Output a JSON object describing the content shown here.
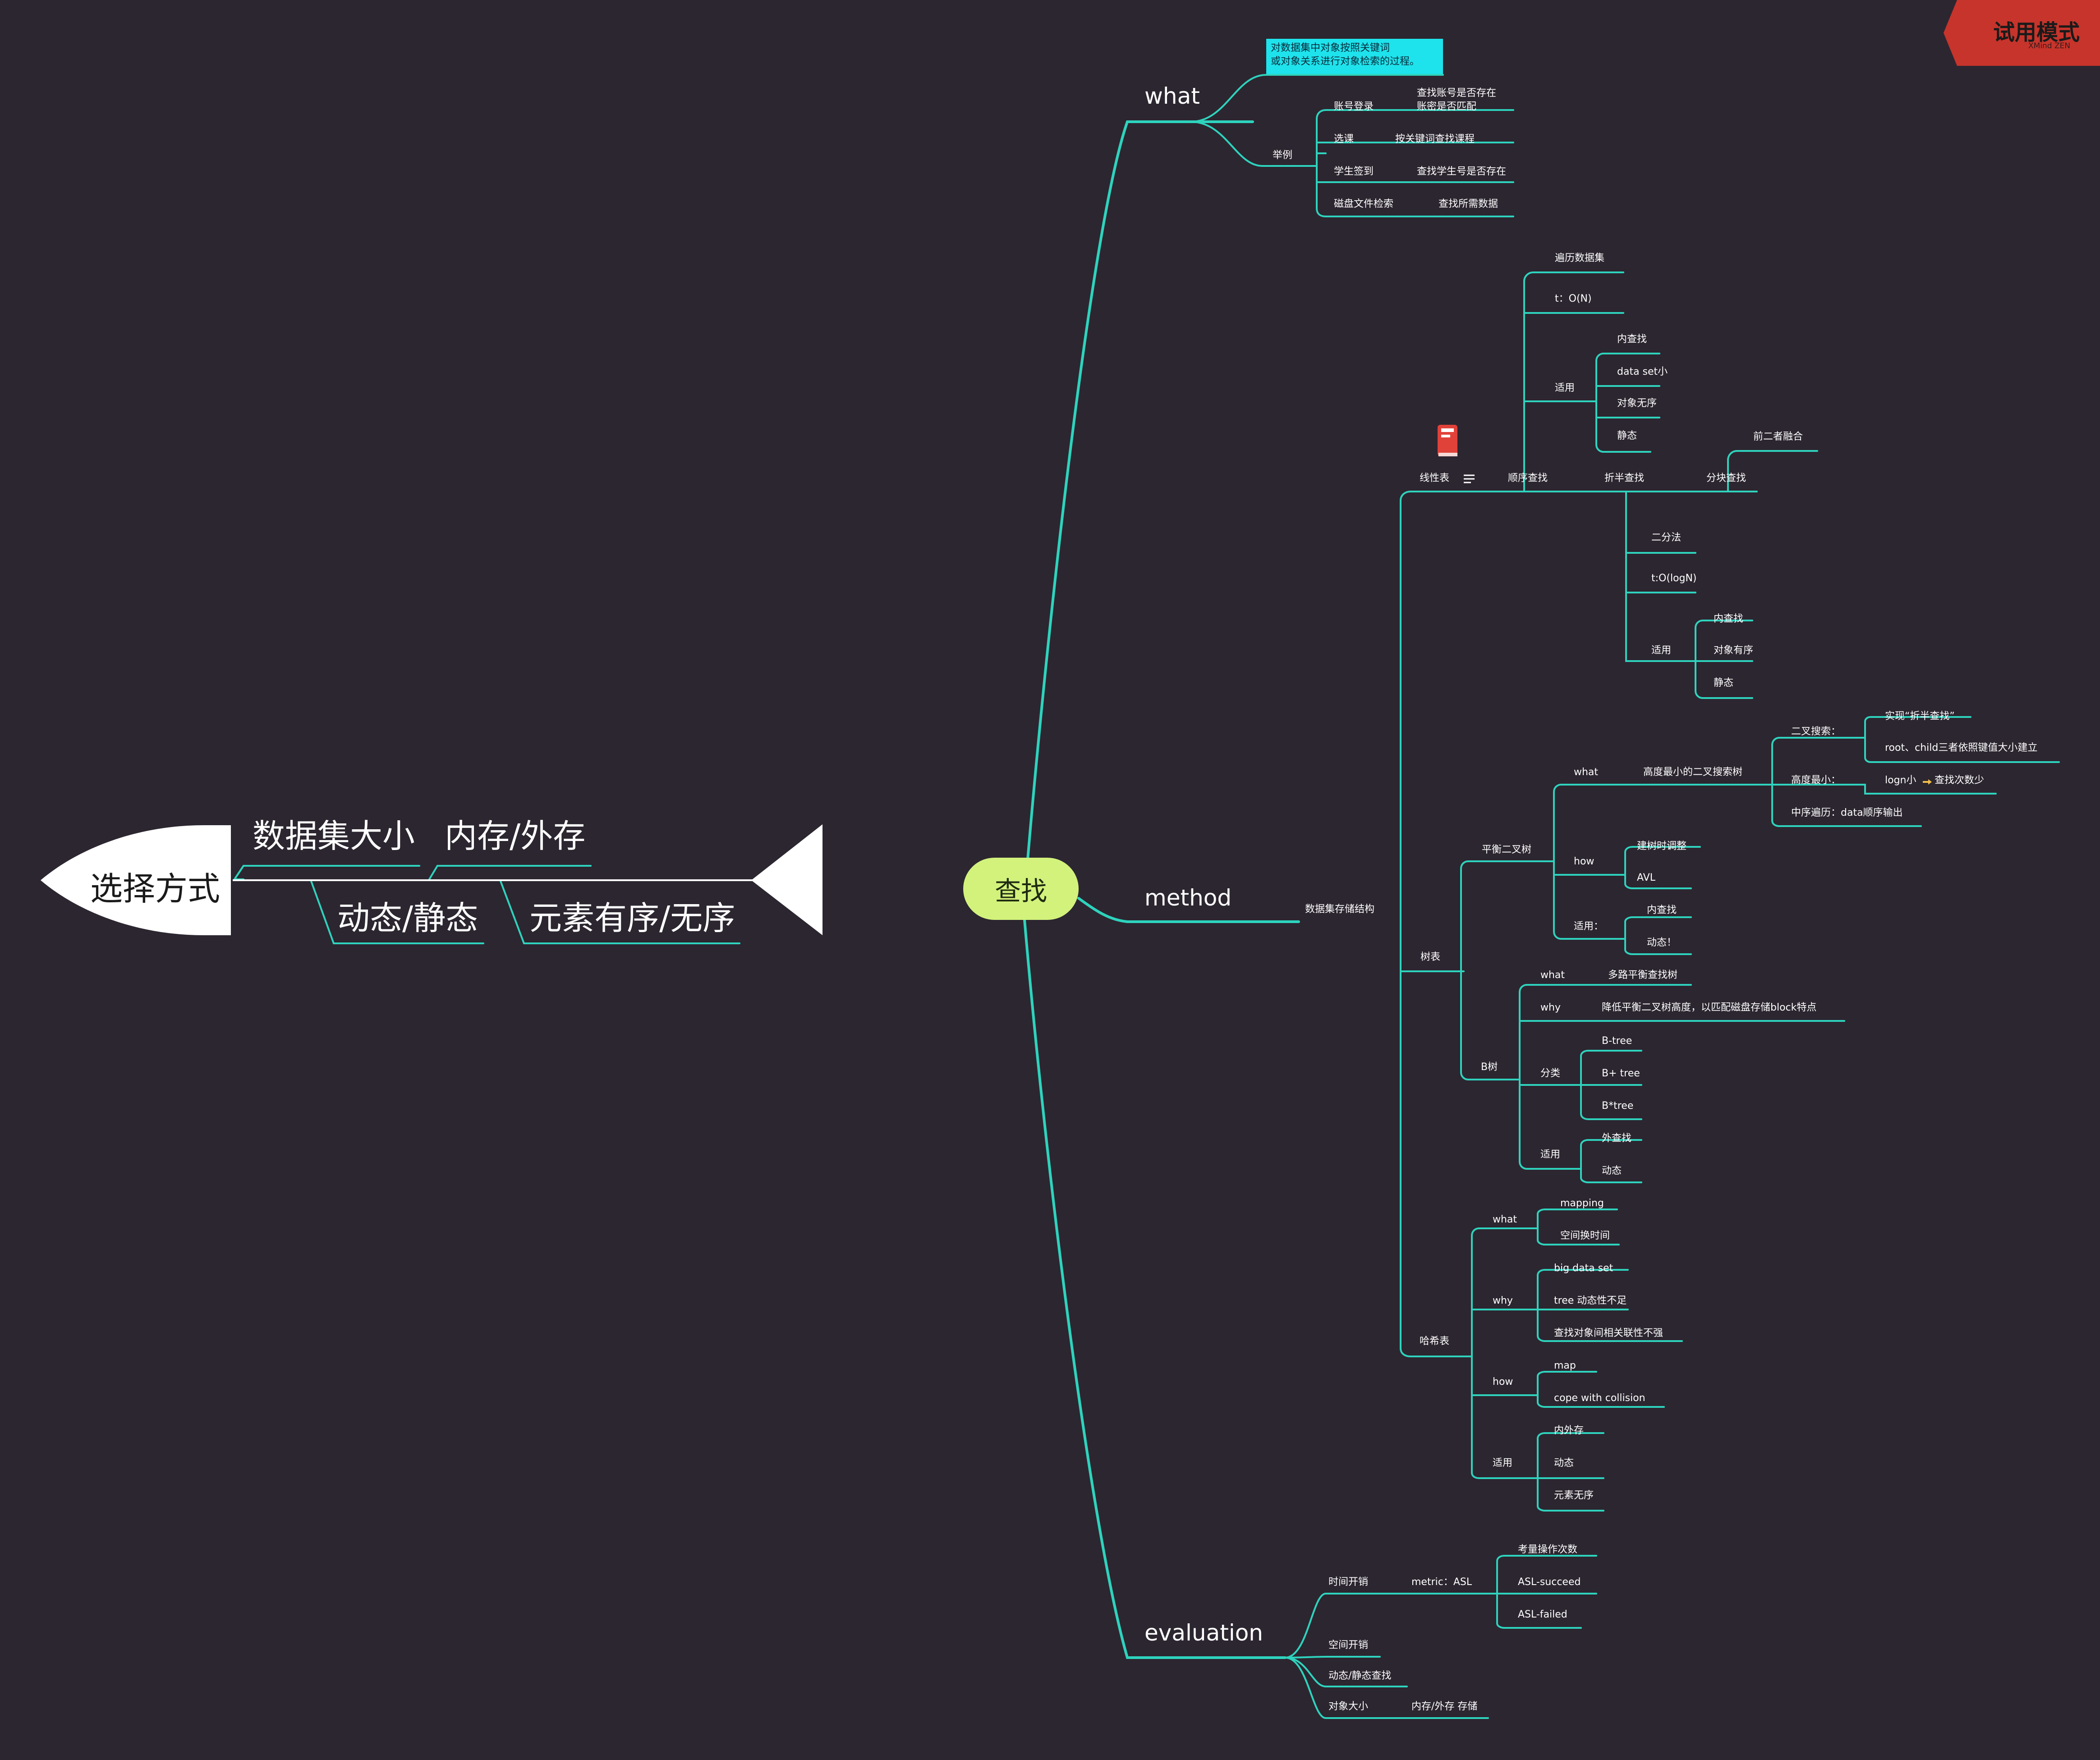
{
  "center": "查找",
  "trial": {
    "text": "试用模式",
    "sub": "XMind ZEN"
  },
  "what": {
    "title": "what",
    "note": [
      "对数据集中对象按照关键词",
      "或对象关系进行对象检索的过程。"
    ],
    "examples_label": "举例",
    "examples": [
      {
        "name": "账号登录",
        "detail": [
          "查找账号是否存在",
          "账密是否匹配"
        ]
      },
      {
        "name": "选课",
        "detail": [
          "按关键词查找课程"
        ]
      },
      {
        "name": "学生签到",
        "detail": [
          "查找学生号是否存在"
        ]
      },
      {
        "name": "磁盘文件检索",
        "detail": [
          "查找所需数据"
        ]
      }
    ]
  },
  "method": {
    "title": "method",
    "structure": "数据集存储结构",
    "linear": {
      "label": "线性表",
      "sequential": {
        "label": "顺序查找",
        "items": [
          "遍历数据集",
          "t：O(N)"
        ],
        "apply_label": "适用",
        "apply": [
          "内查找",
          "data set小",
          "对象无序",
          "静态"
        ]
      },
      "binary": {
        "label": "折半查找",
        "items": [
          "二分法",
          "t:O(logN)"
        ],
        "apply_label": "适用",
        "apply": [
          "内查找",
          "对象有序",
          "静态"
        ]
      },
      "block": {
        "label": "分块查找",
        "child": "前二者融合"
      }
    },
    "tree": {
      "label": "树表",
      "balanced": {
        "label": "平衡二叉树",
        "what": "what",
        "what_value": "高度最小的二叉搜索树",
        "bst_label": "二叉搜索：",
        "bst": [
          "实现“折半查找”",
          "root、child三者依照键值大小建立"
        ],
        "height_label": "高度最小：",
        "height_value": "logn小",
        "height_value2": "查找次数少",
        "inorder": "中序遍历：data顺序输出",
        "how": "how",
        "how_items": [
          "建树时调整",
          "AVL"
        ],
        "apply_label": "适用：",
        "apply": [
          "内查找",
          "动态！"
        ]
      },
      "btree": {
        "label": "B树",
        "what": "what",
        "what_value": "多路平衡查找树",
        "why": "why",
        "why_value": "降低平衡二叉树高度，以匹配磁盘存储block特点",
        "kinds_label": "分类",
        "kinds": [
          "B-tree",
          "B+ tree",
          "B*tree"
        ],
        "apply_label": "适用",
        "apply": [
          "外查找",
          "动态"
        ]
      }
    },
    "hash": {
      "label": "哈希表",
      "what": "what",
      "what_items": [
        "mapping",
        "空间换时间"
      ],
      "why": "why",
      "why_items": [
        "big data set",
        "tree 动态性不足",
        "查找对象间相关联性不强"
      ],
      "how": "how",
      "how_items": [
        "map",
        "cope with collision"
      ],
      "apply_label": "适用",
      "apply": [
        "内外存",
        "动态",
        "元素无序"
      ]
    }
  },
  "evaluation": {
    "title": "evaluation",
    "time_label": "时间开销",
    "metric": "metric：ASL",
    "metric_items": [
      "考量操作次数",
      "ASL-succeed",
      "ASL-failed"
    ],
    "space": "空间开销",
    "dynamic": "动态/静态查找",
    "size_label": "对象大小",
    "size_value": "内存/外存 存储"
  },
  "fishbone": {
    "head": "选择方式",
    "top": [
      "数据集大小",
      "内存/外存"
    ],
    "bottom": [
      "动态/静态",
      "元素有序/无序"
    ]
  },
  "colors": {
    "background": "#2c2630",
    "line": "#2ed3bd",
    "center": "#d2f27c",
    "note": "#1ee3ec",
    "trial": "#c7342b"
  }
}
